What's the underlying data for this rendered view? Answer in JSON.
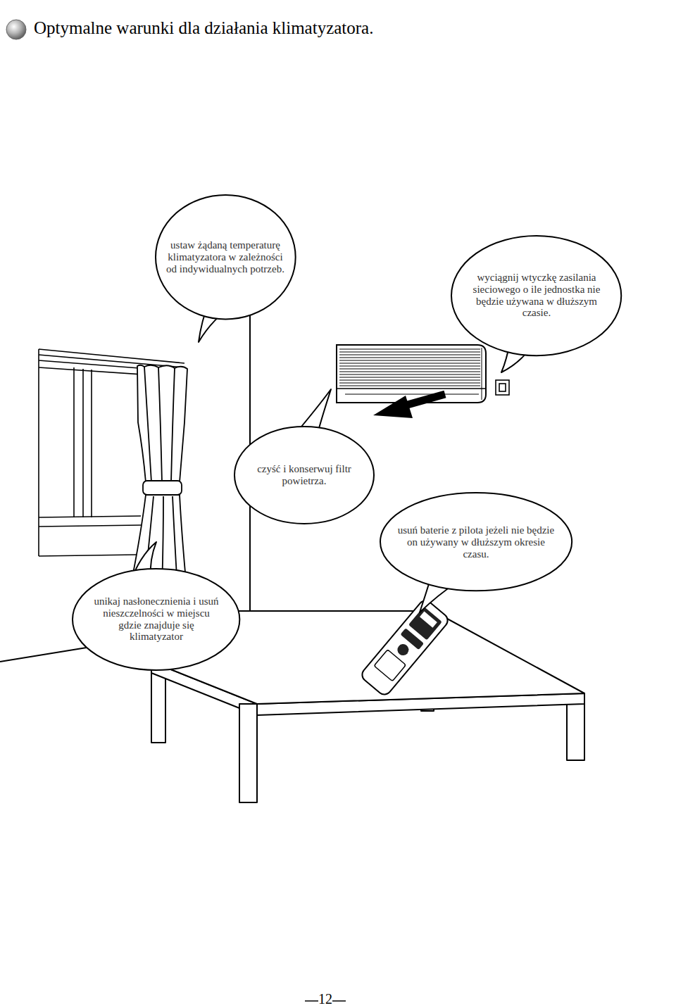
{
  "diagram": {
    "title": "Optymalne warunki dla działania klimatyzatora.",
    "nodes": [
      {
        "text": [
          "ustaw żądaną temperaturę klimatyzatora w zależności od indywidualnych potrzeb."
        ]
      },
      {
        "text": [
          "wyciągnij wtyczkę zasilania sieciowego o ile jednostka nie będzie używana w dłuższym czasie."
        ]
      },
      {
        "text": [
          "czyść i konserwuj filtr powietrza."
        ]
      },
      {
        "text": [
          "usuń baterie z pilota jeżeli nie będzie on używany w dłuższym okresie czasu."
        ]
      },
      {
        "text": [
          "unikaj nasłonecznienia i usuń nieszczelności w miejscu gdzie znajduje się klimatyzator"
        ]
      }
    ],
    "labels": [
      "12"
    ]
  }
}
